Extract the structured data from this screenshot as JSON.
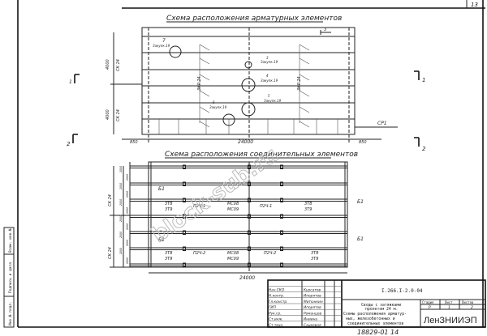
{
  "sheet_number": "13",
  "plan1": {
    "title": "Схема расположения арматурных элементов",
    "dimension_total": "24000",
    "offset_left": "850",
    "offset_right": "850",
    "left_labels": [
      {
        "mark": "СК 24",
        "dim": "4000"
      },
      {
        "mark": "СК 24",
        "dim": "4000"
      }
    ],
    "right_label": "СР1",
    "side_marks": [
      "3КР 24",
      "3КР 24"
    ],
    "callouts": [
      {
        "num": "7",
        "text": "Закупк.19"
      },
      {
        "num": "3",
        "text": "Закупк.19"
      },
      {
        "num": "4",
        "text": "Закупк.19"
      },
      {
        "num": "5",
        "text": "Закупк.19"
      },
      {
        "num": "6",
        "text": "Закупк.19"
      },
      {
        "num": "3",
        "text": ""
      }
    ]
  },
  "section_marks": {
    "a": "1",
    "b": "2"
  },
  "plan2": {
    "title": "Схема расположения соединительных элементов",
    "dimension_total": "24000",
    "left_labels": [
      {
        "mark": "СК 24"
      },
      {
        "mark": "СК 24"
      }
    ],
    "left_dims": [
      "2000",
      "2000",
      "2000",
      "2000",
      "2000",
      "2000",
      "2000",
      "2000",
      "2000",
      "2000",
      "2000",
      "2000"
    ],
    "beam_label": "Б1",
    "labels": {
      "row1": [
        "3Т8",
        "3Т9",
        "П2Ч-1",
        "МС08",
        "МС09",
        "П2Ч-1",
        "3Т8",
        "3Т9"
      ],
      "row2": [
        "3Т8",
        "3Т9",
        "П2Ч-2",
        "МС08",
        "МС09",
        "П2Ч-2",
        "3Т8",
        "3Т9"
      ]
    }
  },
  "left_stamp": [
    "Инв.№ подл.",
    "Подпись и дата",
    "Взам. инв.№"
  ],
  "title_block": {
    "code": "I.266.I-2.0-04",
    "roles": [
      "Нач.СКО",
      "Н.контр.",
      "Гл.констр.",
      "ГИП",
      "Рук.гр.",
      "Ст.инж.",
      "Ст.техн."
    ],
    "names": [
      "Курсатов",
      "Ипорятов",
      "Митюнкин",
      "Ипорятов",
      "Романцов",
      "Иниина",
      "Сацкевая"
    ],
    "description": [
      "Своды с затяжками",
      "пролетом 24 м.",
      "Схемы расположения арматур-",
      "ных, железобетонных и",
      "соединительных элементов"
    ],
    "stage_header": "Стадия",
    "sheet_header": "Лист",
    "sheets_header": "Листов",
    "stage": "Р",
    "sheet": "1",
    "sheets": "2",
    "organization": "ЛенЗНИИЭП",
    "archive_number": "18829-01 14"
  },
  "watermark": "block-sub.ru"
}
